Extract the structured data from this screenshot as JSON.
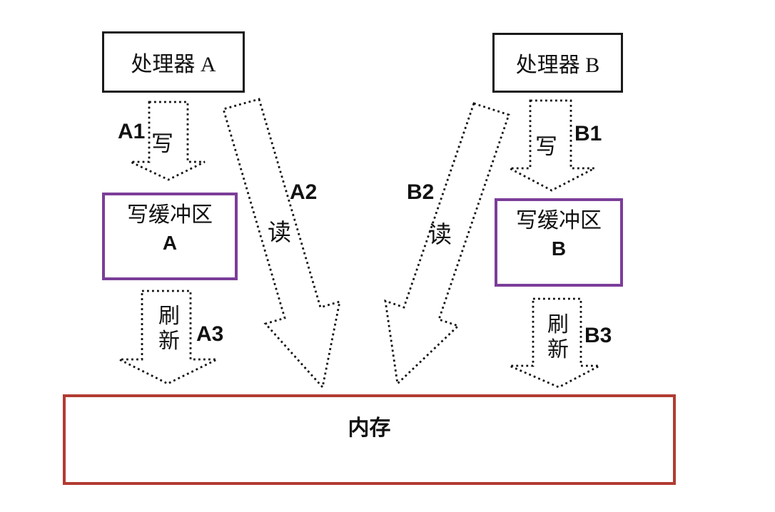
{
  "diagram": {
    "boxes": {
      "processor_a": {
        "label": "处理器 A"
      },
      "processor_b": {
        "label": "处理器 B"
      },
      "buffer_a": {
        "line1": "写缓冲区",
        "line2": "A"
      },
      "buffer_b": {
        "line1": "写缓冲区",
        "line2": "B"
      },
      "memory": {
        "label": "内存"
      }
    },
    "arrows": {
      "a1": {
        "id": "A1",
        "action": "写"
      },
      "a2": {
        "id": "A2",
        "action": "读"
      },
      "a3": {
        "id": "A3",
        "action": "刷新"
      },
      "b1": {
        "id": "B1",
        "action": "写"
      },
      "b2": {
        "id": "B2",
        "action": "读"
      },
      "b3": {
        "id": "B3",
        "action": "刷新"
      }
    },
    "colors": {
      "processor_border": "#1a1a1a",
      "buffer_border": "#7b3e99",
      "memory_border": "#b23b32",
      "arrow_stroke": "#111111",
      "background": "#ffffff"
    }
  }
}
